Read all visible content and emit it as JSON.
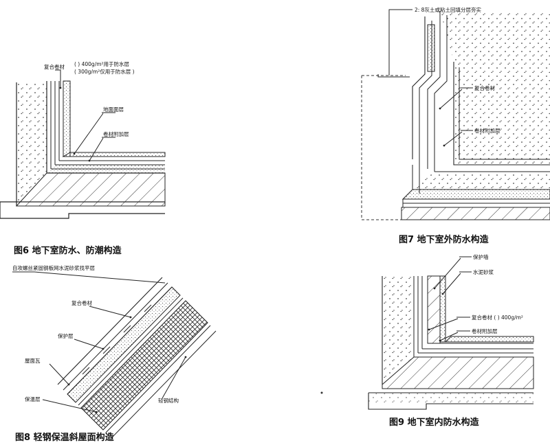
{
  "figures": {
    "fig6": {
      "caption": "图6 地下室防水、防潮构造",
      "labels": {
        "composite_membrane": "复合卷材",
        "spec_400": "( ) 400g/m²用于防水层",
        "spec_300": "( 300g/m²仅用于防水层 )",
        "floor_surface": "地面面层",
        "additional_layer": "卷材附加层"
      }
    },
    "fig7": {
      "caption": "图7 地下室外防水构造",
      "labels": {
        "backfill": "2: 8灰土或粘土回填分层夯实",
        "composite_membrane": "复合卷材",
        "additional_layer": "卷材附加层"
      }
    },
    "fig8": {
      "caption": "图8 轻钢保温斜屋面构造",
      "labels": {
        "screw_panel": "自攻螺丝紧固钢板网水泥砂浆找平层",
        "composite_membrane": "复合卷材",
        "protective_layer": "保护层",
        "roof_tile": "屋面瓦",
        "insulation": "保温层",
        "light_steel": "轻钢结构"
      }
    },
    "fig9": {
      "caption": "图9 地下室内防水构造",
      "labels": {
        "protective_wall": "保护墙",
        "cement_mortar": "水泥砂浆",
        "composite_membrane": "复合卷材 ( ) 400g/m²",
        "additional_layer": "卷材附加层"
      }
    }
  }
}
